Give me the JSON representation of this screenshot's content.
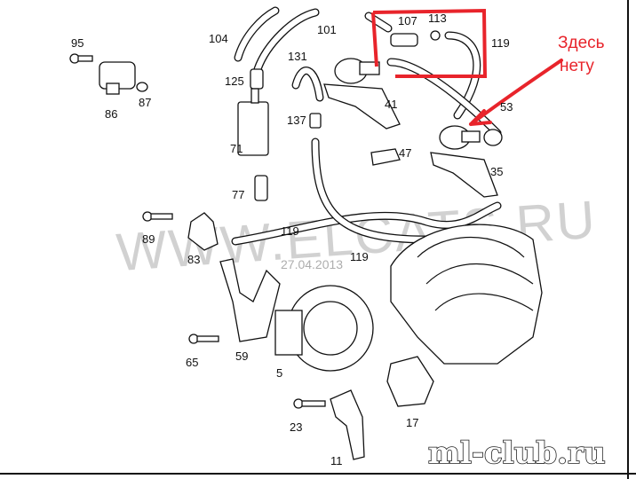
{
  "labels": {
    "p95": "95",
    "p86": "86",
    "p87": "87",
    "p104": "104",
    "p101": "101",
    "p107": "107",
    "p113": "113",
    "p119a": "119",
    "p125": "125",
    "p131": "131",
    "p41": "41",
    "p53": "53",
    "p71": "71",
    "p137": "137",
    "p47": "47",
    "p35": "35",
    "p77": "77",
    "p89": "89",
    "p119b": "119",
    "p83": "83",
    "p119c": "119",
    "p59": "59",
    "p65": "65",
    "p5": "5",
    "p23": "23",
    "p17": "17",
    "p11": "11"
  },
  "annotation": {
    "line1": "Здесь",
    "line2": "нету",
    "color": "#e8242b"
  },
  "watermark": "WWW.ELCATS.RU",
  "date": "27.04.2013",
  "logo": "ml-club.ru"
}
